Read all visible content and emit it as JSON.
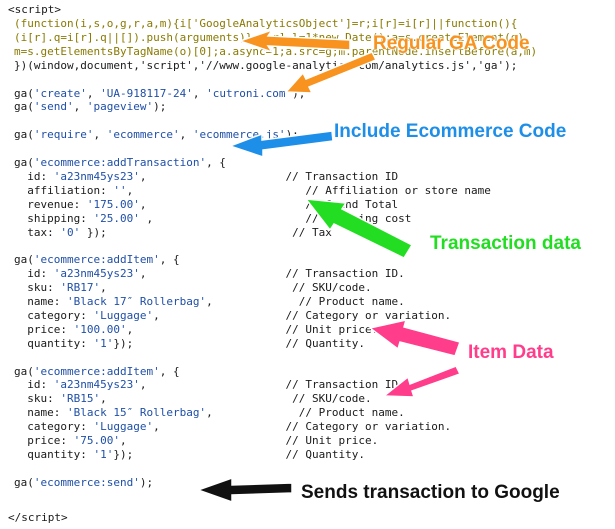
{
  "code": {
    "open_tag": "<script>",
    "close_tag": "</script>",
    "lines": [
      {
        "segments": [
          {
            "t": "(function(i,s,o,g,r,a,m){i['GoogleAnalyticsObject']=r;i[r]=i[r]||function(){",
            "c": "gen"
          }
        ]
      },
      {
        "segments": [
          {
            "t": "(i[r].q=i[r].q||[]).push(arguments)},i[r].l=1*new Date();a=s.createElement(o),",
            "c": "gen"
          }
        ]
      },
      {
        "segments": [
          {
            "t": "m=s.getElementsByTagName(o)[0];a.async=1;a.src=g;m.parentNode.insertBefore(a,m)",
            "c": "gen"
          }
        ]
      },
      {
        "segments": [
          {
            "t": "})(window,document,'script','//www.google-analytics.com/analytics.js','ga');",
            "c": "cm"
          }
        ]
      },
      {
        "segments": []
      },
      {
        "segments": [
          {
            "t": "ga(",
            "c": "cm"
          },
          {
            "t": "'create'",
            "c": "str"
          },
          {
            "t": ", ",
            "c": "cm"
          },
          {
            "t": "'UA-918117-24'",
            "c": "str"
          },
          {
            "t": ", ",
            "c": "cm"
          },
          {
            "t": "'cutroni.com'",
            "c": "str"
          },
          {
            "t": ");",
            "c": "cm"
          }
        ]
      },
      {
        "segments": [
          {
            "t": "ga(",
            "c": "cm"
          },
          {
            "t": "'send'",
            "c": "str"
          },
          {
            "t": ", ",
            "c": "cm"
          },
          {
            "t": "'pageview'",
            "c": "str"
          },
          {
            "t": ");",
            "c": "cm"
          }
        ]
      },
      {
        "segments": []
      },
      {
        "segments": [
          {
            "t": "ga(",
            "c": "cm"
          },
          {
            "t": "'require'",
            "c": "str"
          },
          {
            "t": ", ",
            "c": "cm"
          },
          {
            "t": "'ecommerce'",
            "c": "str"
          },
          {
            "t": ", ",
            "c": "cm"
          },
          {
            "t": "'ecommerce.js'",
            "c": "str"
          },
          {
            "t": ");",
            "c": "cm"
          }
        ]
      },
      {
        "segments": []
      },
      {
        "segments": [
          {
            "t": "ga(",
            "c": "cm"
          },
          {
            "t": "'ecommerce:addTransaction'",
            "c": "str"
          },
          {
            "t": ", {",
            "c": "cm"
          }
        ]
      },
      {
        "segments": [
          {
            "t": "  id: ",
            "c": "cm"
          },
          {
            "t": "'a23nm45ys23'",
            "c": "str"
          },
          {
            "t": ",                     // Transaction ID",
            "c": "cm"
          }
        ]
      },
      {
        "segments": [
          {
            "t": "  affiliation: ",
            "c": "cm"
          },
          {
            "t": "''",
            "c": "str"
          },
          {
            "t": ",                          // Affiliation or store name",
            "c": "cm"
          }
        ]
      },
      {
        "segments": [
          {
            "t": "  revenue: ",
            "c": "cm"
          },
          {
            "t": "'175.00'",
            "c": "str"
          },
          {
            "t": ",                        // Grand Total",
            "c": "cm"
          }
        ]
      },
      {
        "segments": [
          {
            "t": "  shipping: ",
            "c": "cm"
          },
          {
            "t": "'25.00'",
            "c": "str"
          },
          {
            "t": " ,                       // Shipping cost",
            "c": "cm"
          }
        ]
      },
      {
        "segments": [
          {
            "t": "  tax: ",
            "c": "cm"
          },
          {
            "t": "'0'",
            "c": "str"
          },
          {
            "t": " });                            // Tax",
            "c": "cm"
          }
        ]
      },
      {
        "segments": []
      },
      {
        "segments": [
          {
            "t": "ga(",
            "c": "cm"
          },
          {
            "t": "'ecommerce:addItem'",
            "c": "str"
          },
          {
            "t": ", {",
            "c": "cm"
          }
        ]
      },
      {
        "segments": [
          {
            "t": "  id: ",
            "c": "cm"
          },
          {
            "t": "'a23nm45ys23'",
            "c": "str"
          },
          {
            "t": ",                     // Transaction ID.",
            "c": "cm"
          }
        ]
      },
      {
        "segments": [
          {
            "t": "  sku: ",
            "c": "cm"
          },
          {
            "t": "'RB17'",
            "c": "str"
          },
          {
            "t": ",                            // SKU/code.",
            "c": "cm"
          }
        ]
      },
      {
        "segments": [
          {
            "t": "  name: ",
            "c": "cm"
          },
          {
            "t": "'Black 17″ Rollerbag'",
            "c": "str"
          },
          {
            "t": ",             // Product name.",
            "c": "cm"
          }
        ]
      },
      {
        "segments": [
          {
            "t": "  category: ",
            "c": "cm"
          },
          {
            "t": "'Luggage'",
            "c": "str"
          },
          {
            "t": ",                   // Category or variation.",
            "c": "cm"
          }
        ]
      },
      {
        "segments": [
          {
            "t": "  price: ",
            "c": "cm"
          },
          {
            "t": "'100.00'",
            "c": "str"
          },
          {
            "t": ",                       // Unit price.",
            "c": "cm"
          }
        ]
      },
      {
        "segments": [
          {
            "t": "  quantity: ",
            "c": "cm"
          },
          {
            "t": "'1'",
            "c": "str"
          },
          {
            "t": "});                       // Quantity.",
            "c": "cm"
          }
        ]
      },
      {
        "segments": []
      },
      {
        "segments": [
          {
            "t": "ga(",
            "c": "cm"
          },
          {
            "t": "'ecommerce:addItem'",
            "c": "str"
          },
          {
            "t": ", {",
            "c": "cm"
          }
        ]
      },
      {
        "segments": [
          {
            "t": "  id: ",
            "c": "cm"
          },
          {
            "t": "'a23nm45ys23'",
            "c": "str"
          },
          {
            "t": ",                     // Transaction ID.",
            "c": "cm"
          }
        ]
      },
      {
        "segments": [
          {
            "t": "  sku: ",
            "c": "cm"
          },
          {
            "t": "'RB15'",
            "c": "str"
          },
          {
            "t": ",                            // SKU/code.",
            "c": "cm"
          }
        ]
      },
      {
        "segments": [
          {
            "t": "  name: ",
            "c": "cm"
          },
          {
            "t": "'Black 15″ Rollerbag'",
            "c": "str"
          },
          {
            "t": ",             // Product name.",
            "c": "cm"
          }
        ]
      },
      {
        "segments": [
          {
            "t": "  category: ",
            "c": "cm"
          },
          {
            "t": "'Luggage'",
            "c": "str"
          },
          {
            "t": ",                   // Category or variation.",
            "c": "cm"
          }
        ]
      },
      {
        "segments": [
          {
            "t": "  price: ",
            "c": "cm"
          },
          {
            "t": "'75.00'",
            "c": "str"
          },
          {
            "t": ",                        // Unit price.",
            "c": "cm"
          }
        ]
      },
      {
        "segments": [
          {
            "t": "  quantity: ",
            "c": "cm"
          },
          {
            "t": "'1'",
            "c": "str"
          },
          {
            "t": "});                       // Quantity.",
            "c": "cm"
          }
        ]
      },
      {
        "segments": []
      },
      {
        "segments": [
          {
            "t": "ga(",
            "c": "cm"
          },
          {
            "t": "'ecommerce:send'",
            "c": "str"
          },
          {
            "t": ");",
            "c": "cm"
          }
        ]
      }
    ]
  },
  "annotations": {
    "regular_ga_code": {
      "label": "Regular GA Code",
      "color": "#f7931e"
    },
    "include_ecommerce": {
      "label": "Include Ecommerce Code",
      "color": "#1e8fe8"
    },
    "transaction_data": {
      "label": "Transaction data",
      "color": "#22dd22"
    },
    "item_data": {
      "label": "Item Data",
      "color": "#ff3d8b"
    },
    "sends_transaction": {
      "label": "Sends transaction to Google",
      "color": "#111111"
    }
  }
}
